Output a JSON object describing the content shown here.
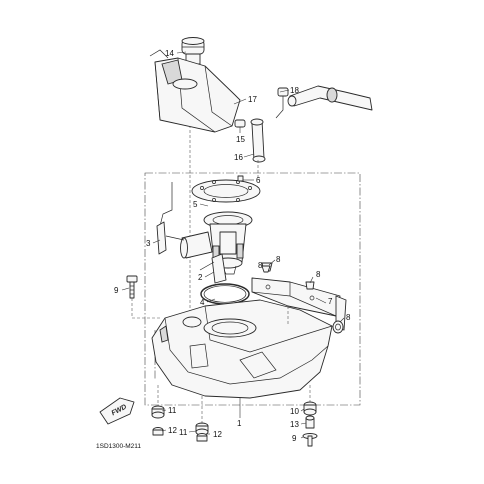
{
  "diagram": {
    "code": "1SD1300-M211",
    "direction_label": "FWD",
    "callouts": [
      "14",
      "17",
      "18",
      "15",
      "16",
      "6",
      "5",
      "3",
      "2",
      "8",
      "8",
      "8",
      "9",
      "4",
      "7",
      "8",
      "1",
      "11",
      "12",
      "11",
      "12",
      "10",
      "13",
      "9"
    ]
  }
}
